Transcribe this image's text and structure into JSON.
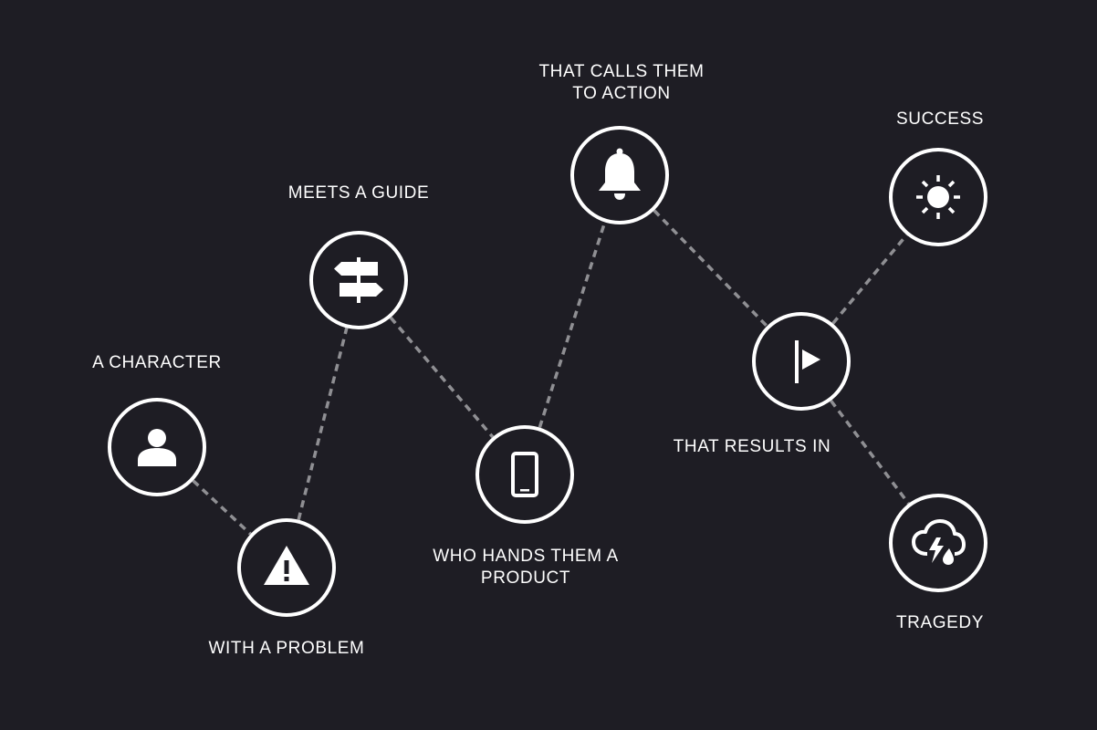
{
  "diagram": {
    "nodes": [
      {
        "id": "character",
        "icon": "person-icon",
        "label": [
          "A CHARACTER"
        ]
      },
      {
        "id": "problem",
        "icon": "warning-icon",
        "label": [
          "WITH A PROBLEM"
        ]
      },
      {
        "id": "guide",
        "icon": "signpost-icon",
        "label": [
          "MEETS A GUIDE"
        ]
      },
      {
        "id": "product",
        "icon": "smartphone-icon",
        "label": [
          "WHO HANDS THEM A",
          "PRODUCT"
        ]
      },
      {
        "id": "action",
        "icon": "bell-icon",
        "label": [
          "THAT CALLS THEM",
          "TO ACTION"
        ]
      },
      {
        "id": "results",
        "icon": "flag-icon",
        "label": [
          "THAT RESULTS IN"
        ]
      },
      {
        "id": "success",
        "icon": "sun-icon",
        "label": [
          "SUCCESS"
        ]
      },
      {
        "id": "tragedy",
        "icon": "storm-icon",
        "label": [
          "TRAGEDY"
        ]
      }
    ],
    "edges": [
      [
        "character",
        "problem"
      ],
      [
        "problem",
        "guide"
      ],
      [
        "guide",
        "product"
      ],
      [
        "product",
        "action"
      ],
      [
        "action",
        "results"
      ],
      [
        "results",
        "success"
      ],
      [
        "results",
        "tragedy"
      ]
    ],
    "colors": {
      "background": "#1e1d24",
      "ring": "#ffffff",
      "connector": "#8f8f93",
      "text": "#ffffff"
    }
  }
}
